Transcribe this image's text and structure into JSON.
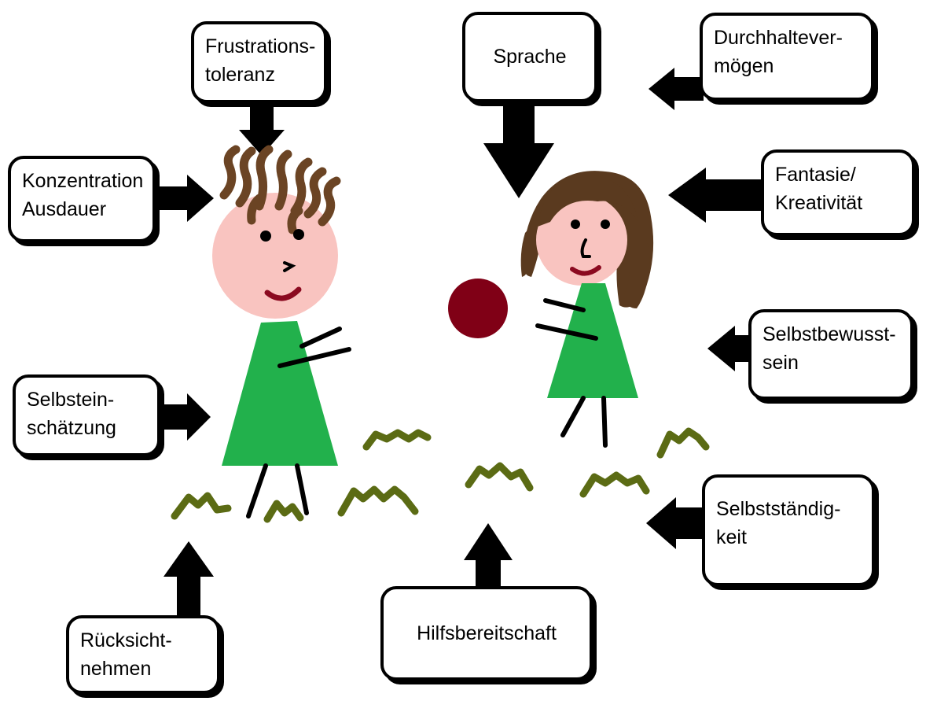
{
  "labels": {
    "frustration": [
      "Frustrations-",
      "toleranz"
    ],
    "language": [
      "Sprache"
    ],
    "perseverance": [
      "Durchhaltever-",
      "mögen"
    ],
    "concentration": [
      "Konzentration",
      "Ausdauer"
    ],
    "fantasy": [
      "Fantasie/",
      "Kreativität"
    ],
    "self_confidence": [
      "Selbstbewusst-",
      "sein"
    ],
    "self_assessment": [
      "Selbstein-",
      "schätzung"
    ],
    "independence": [
      "Selbstständig-",
      "keit"
    ],
    "helpfulness": [
      "Hilfsbereitschaft"
    ],
    "consideration": [
      "Rücksicht-",
      "nehmen"
    ]
  },
  "colors": {
    "dress": "#22b14c",
    "skin": "#f9c4c0",
    "boy_hair": "#6b4424",
    "girl_hair": "#5a3a1f",
    "ball": "#800016",
    "grass": "#5b6b14",
    "mouth": "#8b0a20",
    "arrow": "#000000"
  }
}
